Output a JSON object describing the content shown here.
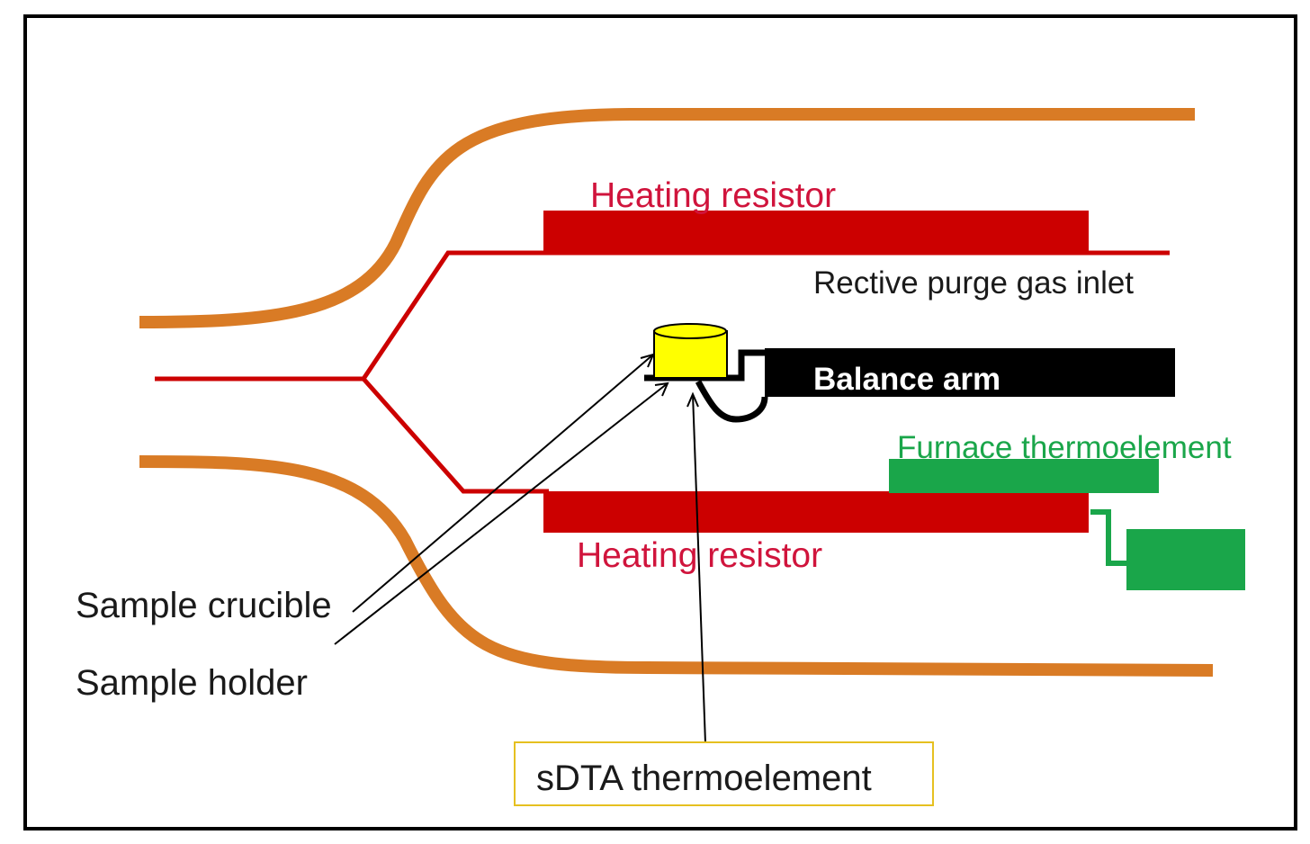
{
  "colors": {
    "frame": "#000000",
    "background": "#ffffff",
    "furnace_wall": "#d97b25",
    "heating": "#cc0000",
    "heating_label": "#d0143c",
    "balance_arm": "#000000",
    "crucible": "#ffff00",
    "furnace_thermo": "#1aa64a",
    "sdta_box_border": "#e6c020",
    "text": "#1a1a1a",
    "text_inverse": "#ffffff"
  },
  "labels": {
    "heating_resistor_top": "Heating resistor",
    "heating_resistor_bottom": "Heating resistor",
    "purge_gas_inlet": "Rective purge gas inlet",
    "balance_arm": "Balance arm",
    "furnace_thermoelement": "Furnace thermoelement",
    "sample_crucible": "Sample crucible",
    "sample_holder": "Sample holder",
    "sdta_thermoelement": "sDTA thermoelement"
  }
}
